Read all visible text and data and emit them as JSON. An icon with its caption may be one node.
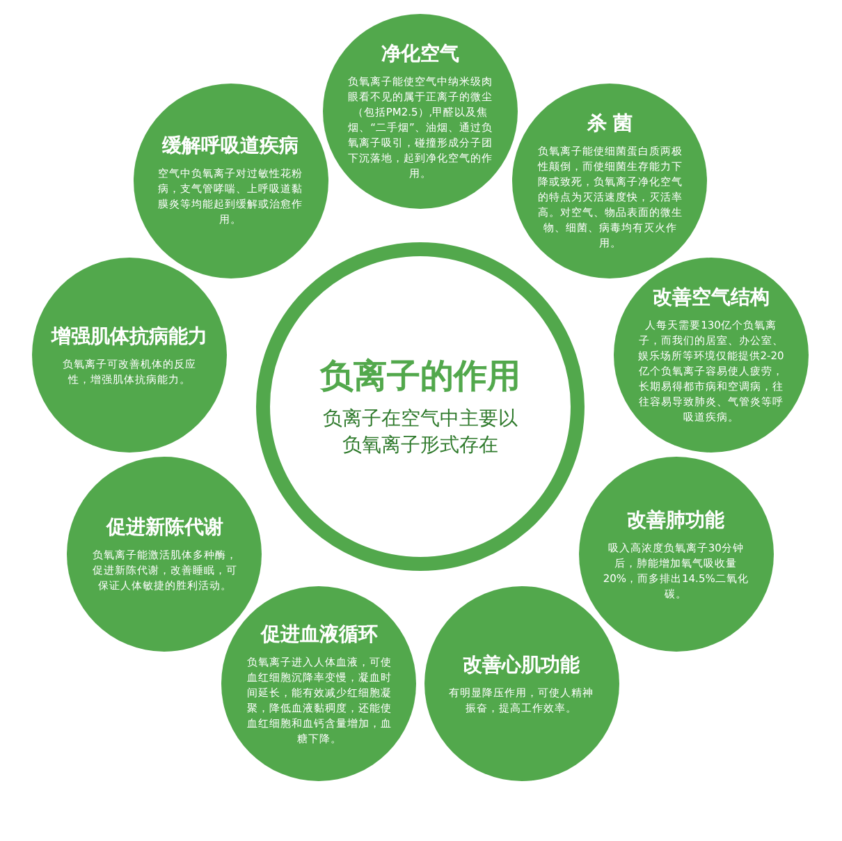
{
  "diagram": {
    "nodes": [
      {
        "text": [
          "负离子的作用",
          "负离子在空气中主要以负氧离子形式存在"
        ]
      },
      {
        "text": [
          "净化空气",
          "负氧离子能使空气中纳米级肉眼看不见的属于正离子的微尘（包括PM2.5）,甲醛以及焦烟、“二手烟”、油烟、通过负氧离子吸引，碰撞形成分子团下沉落地，起到净化空气的作用。"
        ]
      },
      {
        "text": [
          "杀 菌",
          "负氧离子能使细菌蛋白质两极性颠倒，而使细菌生存能力下降或致死，负氧离子净化空气的特点为灭活速度快，灭活率高。对空气、物品表面的微生物、细菌、病毒均有灭火作用。"
        ]
      },
      {
        "text": [
          "改善空气结构",
          "人每天需要130亿个负氧离子，而我们的居室、办公室、娱乐场所等环境仅能提供2-20亿个负氧离子容易使人疲劳，长期易得都市病和空调病，往往容易导致肺炎、气管炎等呼吸道疾病。"
        ]
      },
      {
        "text": [
          "改善肺功能",
          "吸入高浓度负氧离子30分钟后，肺能增加氧气吸收量20%，而多排出14.5%二氧化碳。"
        ]
      },
      {
        "text": [
          "改善心肌功能",
          "有明显降压作用，可使人精神振奋，提高工作效率。"
        ]
      },
      {
        "text": [
          "促进血液循环",
          "负氧离子进入人体血液，可使血红细胞沉降率变慢，凝血时间延长，能有效减少红细胞凝聚，降低血液黏稠度，还能使血红细胞和血钙含量增加，血糖下降。"
        ]
      },
      {
        "text": [
          "促进新陈代谢",
          "负氧离子能激活肌体多种酶，促进新陈代谢，改善睡眠，可保证人体敏捷的胜利活动。"
        ]
      },
      {
        "text": [
          "增强肌体抗病能力",
          "负氧离子可改善机体的反应性，增强肌体抗病能力。"
        ]
      },
      {
        "text": [
          "缓解呼吸道疾病",
          "空气中负氧离子对过敏性花粉病，支气管哮喘、上呼吸道黏膜炎等均能起到缓解或治愈作用。"
        ]
      }
    ]
  }
}
